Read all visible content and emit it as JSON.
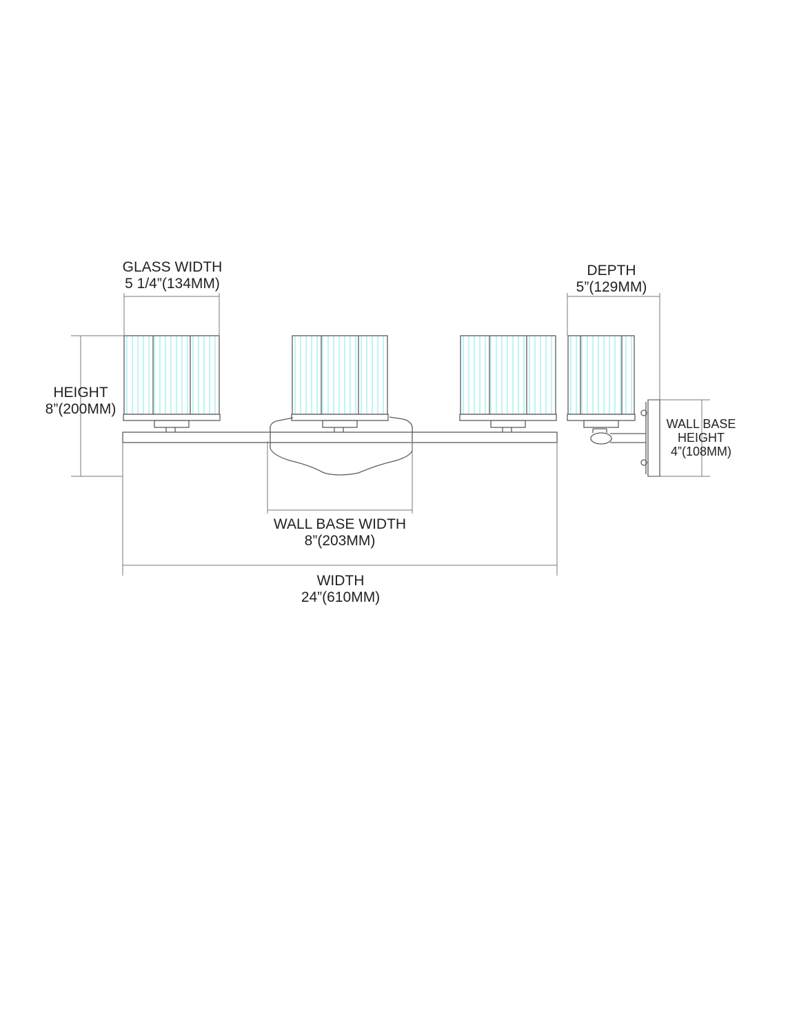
{
  "colors": {
    "line": "#5a5a5a",
    "glass": "#7fe8e8",
    "text": "#231f20"
  },
  "dimensions": {
    "glass_width": {
      "title": "GLASS WIDTH",
      "value": "5 1/4”(134MM)"
    },
    "height": {
      "title": "HEIGHT",
      "value": "8”(200MM)"
    },
    "depth": {
      "title": "DEPTH",
      "value": "5”(129MM)"
    },
    "wall_base_height": {
      "title1": "WALL BASE",
      "title2": "HEIGHT",
      "value": "4”(108MM)"
    },
    "wall_base_width": {
      "title": "WALL BASE WIDTH",
      "value": "8”(203MM)"
    },
    "width": {
      "title": "WIDTH",
      "value": "24”(610MM)"
    }
  }
}
